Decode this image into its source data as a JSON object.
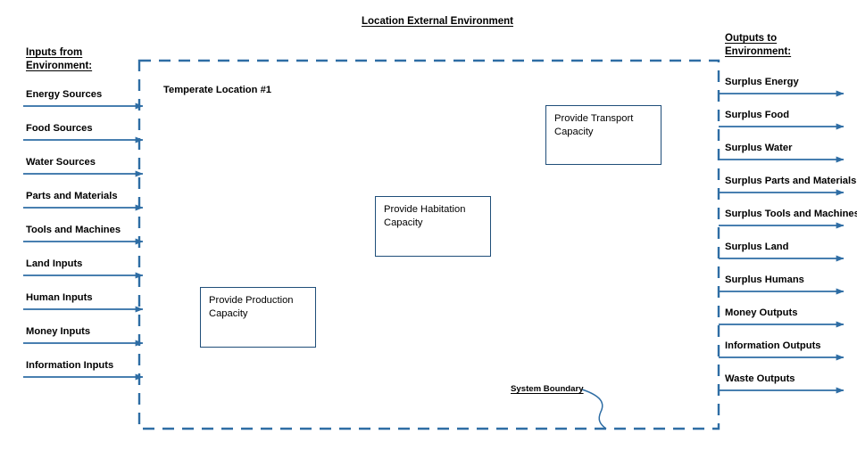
{
  "diagram": {
    "title": "Location External Environment",
    "location_label": "Temperate Location #1",
    "boundary_note": "System Boundary",
    "colors": {
      "arrow": "#2E6DA4",
      "boundary": "#2E6DA4",
      "box_border": "#1F4E79",
      "text": "#000000",
      "background": "#FFFFFF"
    }
  },
  "inputs": {
    "header_line1": "Inputs from",
    "header_line2": "Environment:",
    "items": [
      {
        "label": "Energy Sources"
      },
      {
        "label": "Food Sources"
      },
      {
        "label": "Water Sources"
      },
      {
        "label": "Parts and Materials"
      },
      {
        "label": "Tools and Machines"
      },
      {
        "label": "Land Inputs"
      },
      {
        "label": "Human Inputs"
      },
      {
        "label": "Money Inputs"
      },
      {
        "label": "Information Inputs"
      }
    ]
  },
  "outputs": {
    "header_line1": "Outputs to",
    "header_line2": "Environment:",
    "items": [
      {
        "label": "Surplus Energy"
      },
      {
        "label": "Surplus Food"
      },
      {
        "label": "Surplus Water"
      },
      {
        "label": "Surplus Parts and Materials"
      },
      {
        "label": "Surplus Tools and Machines"
      },
      {
        "label": "Surplus Land"
      },
      {
        "label": "Surplus Humans"
      },
      {
        "label": "Money Outputs"
      },
      {
        "label": "Information Outputs"
      },
      {
        "label": "Waste Outputs"
      }
    ]
  },
  "processes": [
    {
      "name": "provide-transport-capacity",
      "line1": "Provide Transport",
      "line2": "Capacity"
    },
    {
      "name": "provide-habitation-capacity",
      "line1": "Provide Habitation",
      "line2": "Capacity"
    },
    {
      "name": "provide-production-capacity",
      "line1": "Provide Production",
      "line2": "Capacity"
    }
  ]
}
